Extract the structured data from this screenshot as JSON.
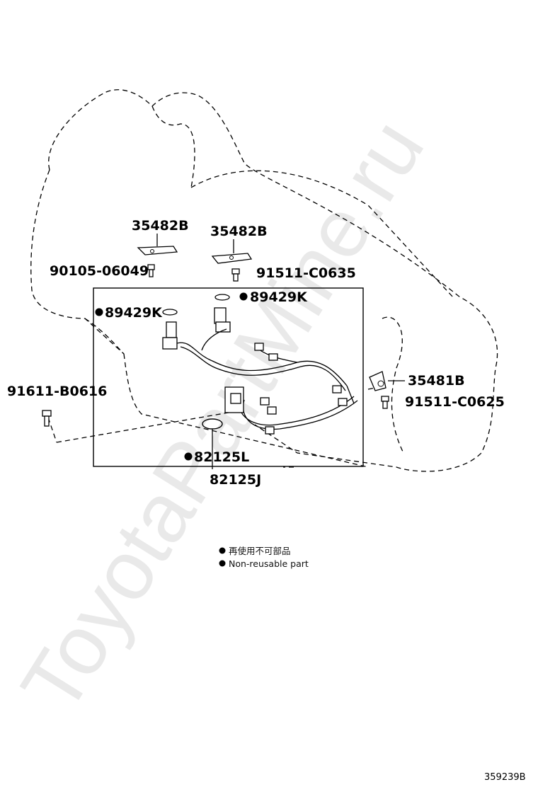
{
  "callouts": {
    "bracket_left": "35482B",
    "bracket_mid": "35482B",
    "bolt_left": "90105-06049",
    "bolt_mid": "91511-C0635",
    "oring_right": "89429K",
    "oring_left": "89429K",
    "bracket_right": "35481B",
    "bolt_right": "91511-C0625",
    "bolt_far_left": "91611-B0616",
    "gasket": "82125L",
    "harness": "82125J"
  },
  "legend": {
    "line_zh": "再使用不可部品",
    "line_en": "Non-reusable part"
  },
  "watermark": "ToyotaPartMine.ru",
  "diagram_code": "359239B"
}
